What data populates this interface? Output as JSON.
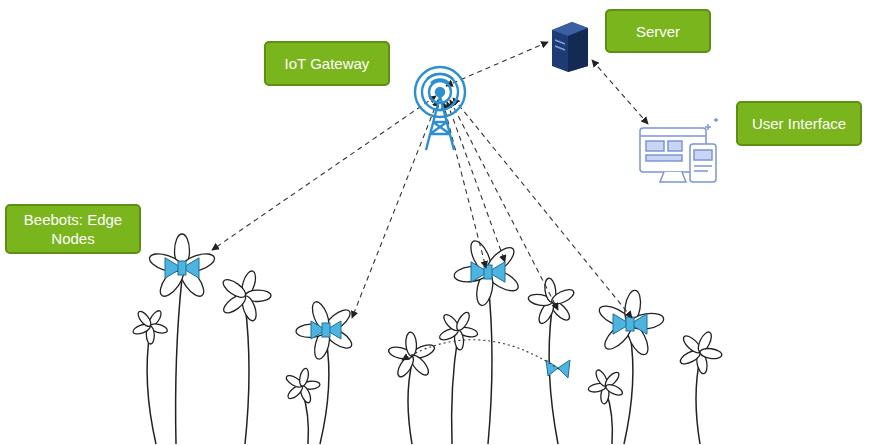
{
  "diagram": {
    "nodes": [
      {
        "text": [
          "Server"
        ]
      },
      {
        "text": [
          "IoT Gateway"
        ]
      },
      {
        "text": [
          "User Interface"
        ]
      },
      {
        "text": [
          "Beebots: Edge Nodes"
        ]
      }
    ]
  }
}
